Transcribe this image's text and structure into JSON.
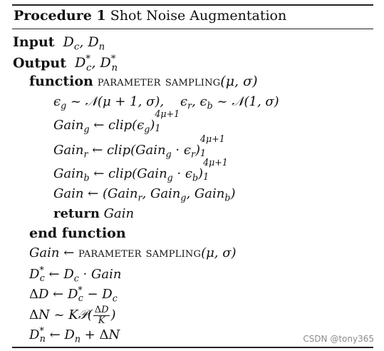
{
  "algorithm": {
    "label": "Procedure 1",
    "title": "Shot Noise Augmentation"
  },
  "io": {
    "input_kw": "Input",
    "input_vars": "D_c, D_n",
    "output_kw": "Output",
    "output_vars": "D*_c, D*_n"
  },
  "function": {
    "kw_function": "function",
    "name": "parameter sampling",
    "args": "(μ, σ)",
    "kw_return": "return",
    "return_value": "Gain",
    "kw_end": "end function"
  },
  "steps": {
    "eps": "ε_g ~ N(μ + 1, σ),    ε_r, ε_b ~ N(1, σ)",
    "gain_g": "Gain_g ← clip(ε_g)_1^{4μ+1}",
    "gain_r": "Gain_r ← clip(Gain_g · ε_r)_1^{4μ+1}",
    "gain_b": "Gain_b ← clip(Gain_g · ε_b)_1^{4μ+1}",
    "gain": "Gain ← (Gain_r, Gain_g, Gain_b)",
    "s1": "Gain ← parameter sampling(μ, σ)",
    "s2": "D*_c ← D_c · Gain",
    "s3": "ΔD ← D*_c − D_c",
    "s4": "ΔN ~ K𝒫(ΔD/K)",
    "s5": "D*_n ← D_n + ΔN"
  },
  "clip_bounds": {
    "upper": "4μ+1",
    "lower": "1"
  },
  "watermark": "CSDN @tony365"
}
